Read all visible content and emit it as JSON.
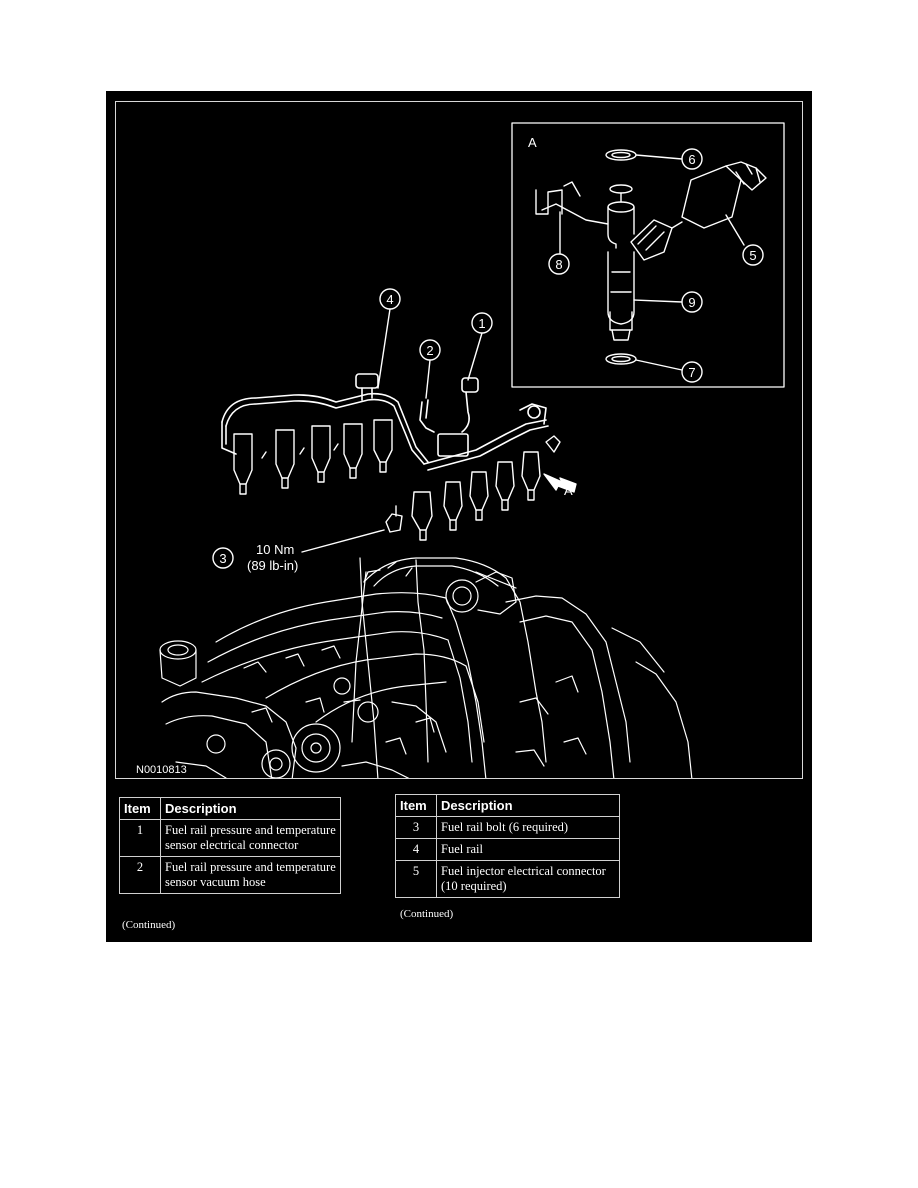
{
  "figure": {
    "id": "N0010813",
    "inset_label": "A",
    "view_arrow_label": "A",
    "torque": {
      "value": "10 Nm",
      "alt": "(89 lb-in)"
    },
    "callouts": [
      "1",
      "2",
      "3",
      "4",
      "5",
      "6",
      "7",
      "8",
      "9"
    ]
  },
  "tables": {
    "left": {
      "headers": {
        "item": "Item",
        "description": "Description"
      },
      "rows": [
        {
          "item": "1",
          "description": "Fuel rail pressure and temperature sensor electrical connector"
        },
        {
          "item": "2",
          "description": "Fuel rail pressure and temperature sensor vacuum hose"
        }
      ],
      "continued": "(Continued)"
    },
    "right": {
      "headers": {
        "item": "Item",
        "description": "Description"
      },
      "rows": [
        {
          "item": "3",
          "description": "Fuel rail bolt (6 required)"
        },
        {
          "item": "4",
          "description": "Fuel rail"
        },
        {
          "item": "5",
          "description": "Fuel injector electrical connector (10 required)"
        }
      ],
      "continued": "(Continued)"
    }
  },
  "colors": {
    "background": "#000000",
    "line": "#ffffff",
    "page": "#ffffff"
  }
}
